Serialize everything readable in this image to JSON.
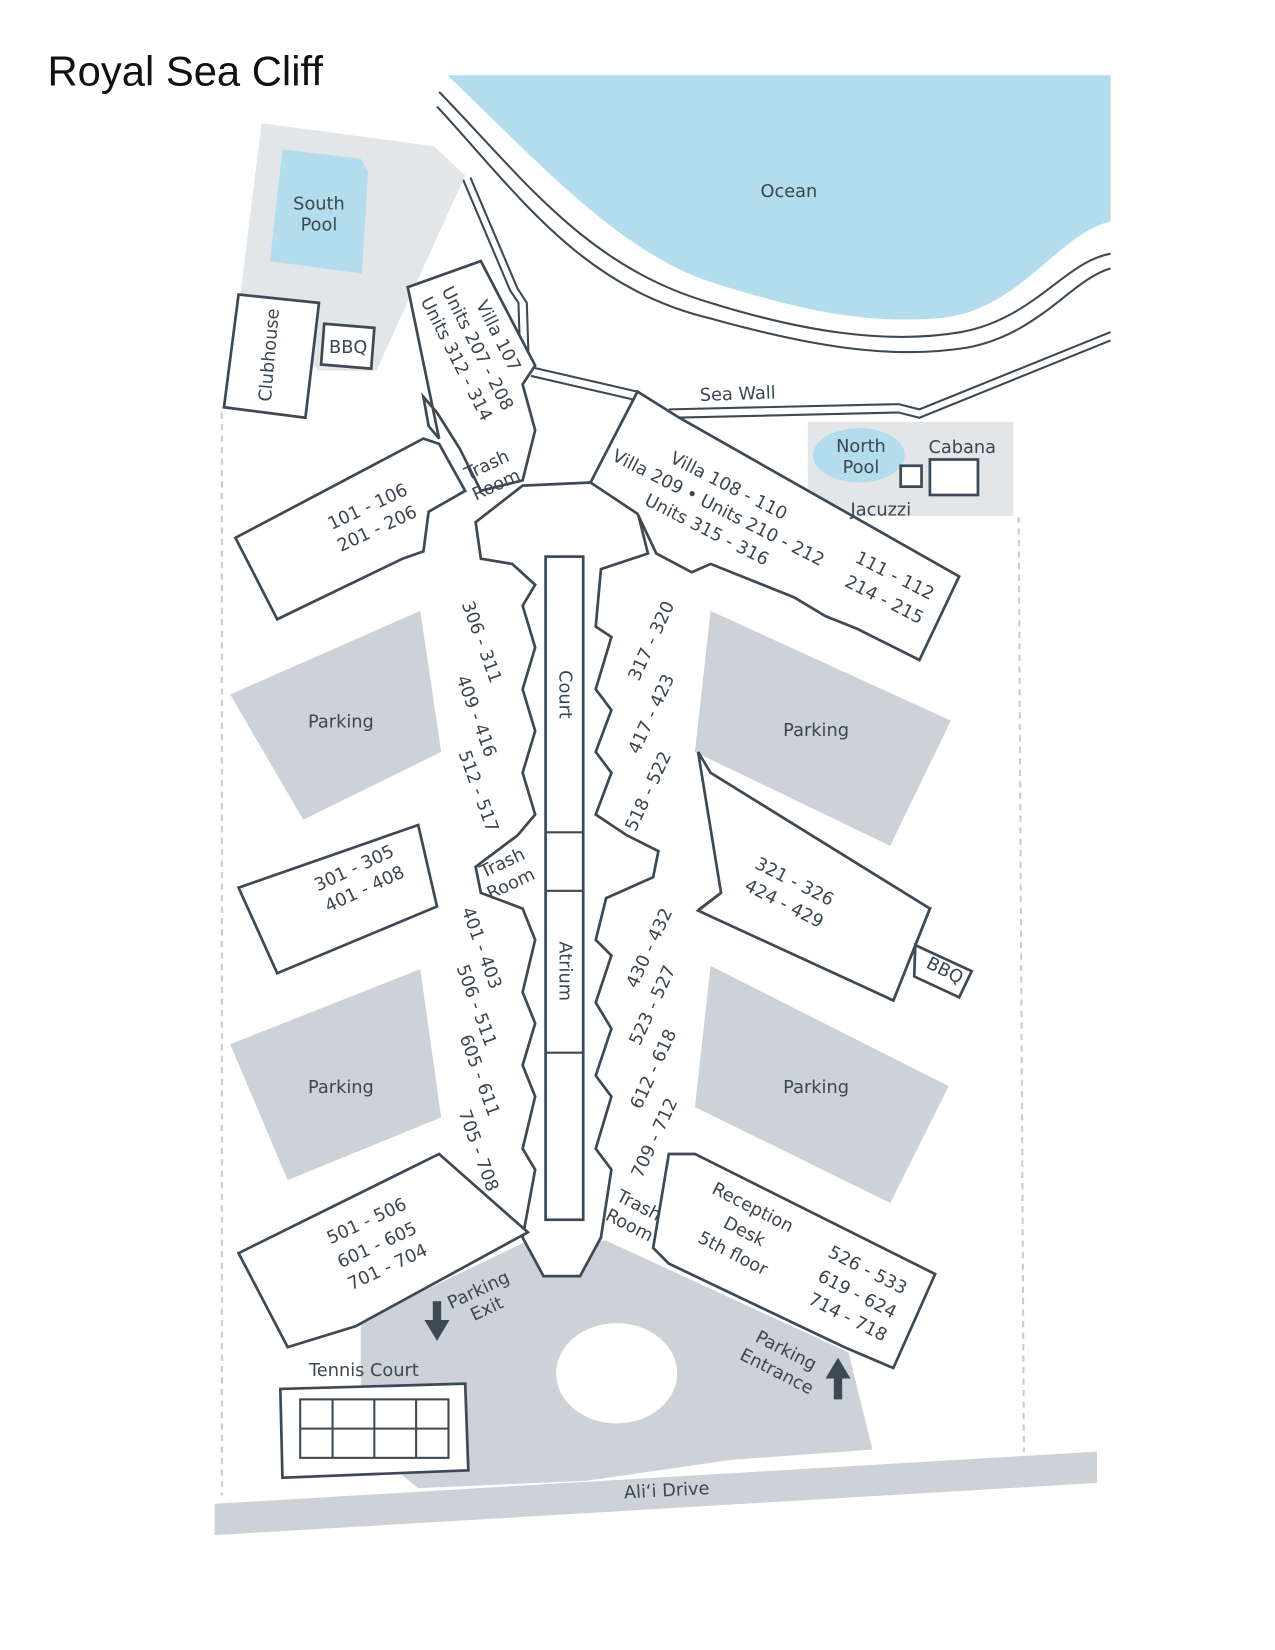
{
  "title": "Royal Sea Cliff",
  "colors": {
    "water": "#b3dced",
    "parking": "#ccd2d7",
    "outline": "#3d4a55",
    "text": "#3a4650"
  },
  "labels": {
    "ocean": "Ocean",
    "sea_wall": "Sea Wall",
    "south_pool": [
      "South",
      "Pool"
    ],
    "clubhouse": "Clubhouse",
    "bbq_south": "BBQ",
    "north_pool": [
      "North",
      "Pool"
    ],
    "cabana": "Cabana",
    "jacuzzi": "Jacuzzi",
    "villa_107": [
      "Villa 107",
      "Units 207 - 208",
      "Units 312 - 314"
    ],
    "trash_room_1": [
      "Trash",
      "Room"
    ],
    "units_101": [
      "101 - 106",
      "201 - 206"
    ],
    "villa_108": [
      "Villa 108 - 110",
      "Villa 209 • Units 210 - 212",
      "Units 315 - 316"
    ],
    "units_111": [
      "111 - 112",
      "214 - 215"
    ],
    "left_upper": [
      "306 - 311",
      "409 - 416",
      "512 - 517"
    ],
    "court": "Court",
    "right_upper": [
      "317 - 320",
      "417 - 423",
      "518 - 522"
    ],
    "parking": "Parking",
    "trash_room_2": [
      "Trash",
      "Room"
    ],
    "units_301": [
      "301 - 305",
      "401 - 408"
    ],
    "units_321": [
      "321 - 326",
      "424 - 429"
    ],
    "bbq_east": "BBQ",
    "left_lower": [
      "401 - 403",
      "506 - 511",
      "605 - 611",
      "705 - 708"
    ],
    "atrium": "Atrium",
    "right_lower": [
      "430 - 432",
      "523 - 527",
      "612 - 618",
      "709 - 712"
    ],
    "trash_room_3": [
      "Trash",
      "Room"
    ],
    "reception": [
      "Reception",
      "Desk",
      "5th floor"
    ],
    "units_526": [
      "526 - 533",
      "619 - 624",
      "714 - 718"
    ],
    "units_501": [
      "501 - 506",
      "601 - 605",
      "701 - 704"
    ],
    "parking_exit": [
      "Parking",
      "Exit"
    ],
    "parking_entrance": [
      "Parking",
      "Entrance"
    ],
    "tennis_court": "Tennis Court",
    "road": "Ali‘i Drive"
  }
}
